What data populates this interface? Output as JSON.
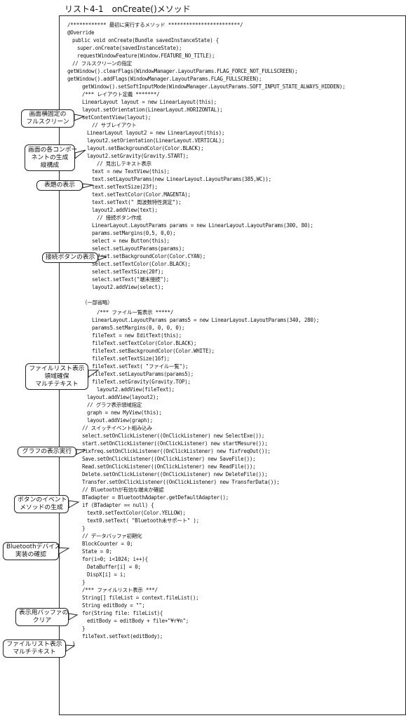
{
  "title": "リスト4-1　onCreate()メソッド",
  "code_lines": [
    {
      "text": "/************ 最初に実行するメソッド ************************/",
      "indent": 0
    },
    {
      "text": "@Override",
      "indent": 0
    },
    {
      "text": "public void onCreate(Bundle savedInstanceState) {",
      "indent": 1
    },
    {
      "text": "super.onCreate(savedInstanceState);",
      "indent": 2
    },
    {
      "text": "requestWindowFeature(Window.FEATURE_NO_TITLE);",
      "indent": 2
    },
    {
      "text": "// フルスクリーンの指定",
      "indent": 1
    },
    {
      "text": "getWindow().clearFlags(WindowManager.LayoutParams.FLAG_FORCE_NOT_FULLSCREEN);",
      "indent": 0
    },
    {
      "text": "getWindow().addFlags(WindowManager.LayoutParams.FLAG_FULLSCREEN);",
      "indent": 0
    },
    {
      "text": "getWindow().setSoftInputMode(WindowManager.LayoutParams.SOFT_INPUT_STATE_ALWAYS_HIDDEN);",
      "indent": 3
    },
    {
      "text": "/*** レイアウト定義 *******/",
      "indent": 3
    },
    {
      "text": "LinearLayout layout = new LinearLayout(this);",
      "indent": 3
    },
    {
      "text": "layout.setOrientation(LinearLayout.HORIZONTAL);",
      "indent": 3
    },
    {
      "text": "setContentView(layout);",
      "indent": 3
    },
    {
      "text": "// サブレイアウト",
      "indent": 5
    },
    {
      "text": "LinearLayout layout2 = new LinearLayout(this);",
      "indent": 4
    },
    {
      "text": "layout2.setOrientation(LinearLayout.VERTICAL);",
      "indent": 4
    },
    {
      "text": "layout.setBackgroundColor(Color.BLACK);",
      "indent": 4
    },
    {
      "text": "layout2.setGravity(Gravity.START);",
      "indent": 4
    },
    {
      "text": "// 見出しテキスト表示",
      "indent": 6
    },
    {
      "text": "text = new TextView(this);",
      "indent": 5
    },
    {
      "text": "text.setLayoutParams(new LinearLayout.LayoutParams(385,WC));",
      "indent": 5
    },
    {
      "text": "text.setTextSize(23f);",
      "indent": 5
    },
    {
      "text": "text.setTextColor(Color.MAGENTA);",
      "indent": 5
    },
    {
      "text": "text.setText(\" 周波数特性測定\");",
      "indent": 5
    },
    {
      "text": "layout2.addView(text);",
      "indent": 5
    },
    {
      "text": "// 接続ボタン作成",
      "indent": 6
    },
    {
      "text": "LinearLayout.LayoutParams params = new LinearLayout.LayoutParams(300, 80);",
      "indent": 5
    },
    {
      "text": "params.setMargins(0,5, 0,0);",
      "indent": 5
    },
    {
      "text": "select = new Button(this);",
      "indent": 5
    },
    {
      "text": "select.setLayoutParams(params);",
      "indent": 5
    },
    {
      "text": "select.setBackgroundColor(Color.CYAN);",
      "indent": 5
    },
    {
      "text": "select.setTextColor(Color.BLACK);",
      "indent": 5
    },
    {
      "text": "select.setTextSize(20f);",
      "indent": 5
    },
    {
      "text": "select.setText(\"端末接続\");",
      "indent": 5
    },
    {
      "text": "layout2.addView(select);",
      "indent": 5
    },
    {
      "text": "",
      "indent": 0
    },
    {
      "text": "（一部省略）",
      "indent": 3
    },
    {
      "text": "",
      "indent": 0
    },
    {
      "text": "/*** ファイル一覧表示 *****/",
      "indent": 6
    },
    {
      "text": "LinearLayout.LayoutParams params5 = new LinearLayout.LayoutParams(340, 280);",
      "indent": 5
    },
    {
      "text": "params5.setMargins(0, 0, 0, 0);",
      "indent": 5
    },
    {
      "text": "fileText = new EditText(this);",
      "indent": 5
    },
    {
      "text": "fileText.setTextColor(Color.BLACK);",
      "indent": 5
    },
    {
      "text": "fileText.setBackgroundColor(Color.WHITE);",
      "indent": 5
    },
    {
      "text": "fileText.setTextSize(16f);",
      "indent": 5
    },
    {
      "text": "fileText.setText( \"ファイル一覧\");",
      "indent": 5
    },
    {
      "text": "fileText.setLayoutParams(params5);",
      "indent": 5
    },
    {
      "text": "fileText.setGravity(Gravity.TOP);",
      "indent": 5
    },
    {
      "text": "layout2.addView(fileText);",
      "indent": 6
    },
    {
      "text": "layout.addView(layout2);",
      "indent": 4
    },
    {
      "text": "// グラフ表示領域指定",
      "indent": 4
    },
    {
      "text": "graph = new MyView(this);",
      "indent": 4
    },
    {
      "text": "layout.addView(graph);",
      "indent": 4
    },
    {
      "text": "// スイッチイベント組み込み",
      "indent": 3
    },
    {
      "text": "select.setOnClickListener((OnClickListener) new SelectExe());",
      "indent": 3
    },
    {
      "text": "start.setOnClickListener((OnClickListener) new startMesure());",
      "indent": 3
    },
    {
      "text": "fixfreq.setOnClickListener((OnClickListener) new fixfreqOut());",
      "indent": 3
    },
    {
      "text": "Save.setOnClickListener((OnClickListener) new SaveFile());",
      "indent": 3
    },
    {
      "text": "Read.setOnClickListener((OnClickListener) new ReadFile());",
      "indent": 3
    },
    {
      "text": "Delete.setOnClickListener((OnClickListener) new DeleteFile());",
      "indent": 3
    },
    {
      "text": "Transfer.setOnClickListener((OnClickListener) new TransferData());",
      "indent": 3
    },
    {
      "text": "// Bluetoothが有効な端末か確認",
      "indent": 3
    },
    {
      "text": "BTadapter = BluetoothAdapter.getDefaultAdapter();",
      "indent": 3
    },
    {
      "text": "if (BTadapter == null) {",
      "indent": 3
    },
    {
      "text": "text0.setTextColor(Color.YELLOW);",
      "indent": 4
    },
    {
      "text": "text0.setText( \"Bluetooth未サポート\" );",
      "indent": 4
    },
    {
      "text": "}",
      "indent": 3
    },
    {
      "text": "// データバッファ初期化",
      "indent": 3
    },
    {
      "text": "BlockCounter = 0;",
      "indent": 3
    },
    {
      "text": "State = 0;",
      "indent": 3
    },
    {
      "text": "for(i=0; i<1024; i++){",
      "indent": 3
    },
    {
      "text": "DataBuffer[i] = 0;",
      "indent": 4
    },
    {
      "text": "DispX[i] = i;",
      "indent": 4
    },
    {
      "text": "}",
      "indent": 3
    },
    {
      "text": "/*** ファイルリスト表示 ***/",
      "indent": 3
    },
    {
      "text": "String[] fileList = context.fileList();",
      "indent": 3
    },
    {
      "text": "String editBody = \"\";",
      "indent": 3
    },
    {
      "text": "for(String file: fileList){",
      "indent": 3
    },
    {
      "text": "editBody = editBody + file+\"¥r¥n\";",
      "indent": 4
    },
    {
      "text": "}",
      "indent": 3
    },
    {
      "text": "fileText.setText(editBody);",
      "indent": 3
    },
    {
      "text": "}",
      "indent": 1
    }
  ],
  "annotations": [
    {
      "id": "fullscreen",
      "lines": [
        "画面横固定の",
        "フルスクリーン"
      ]
    },
    {
      "id": "components",
      "lines": [
        "画面の各コンポー",
        "ネントの生成",
        "縦構成"
      ]
    },
    {
      "id": "heading",
      "lines": [
        "表題の表示"
      ]
    },
    {
      "id": "connect",
      "lines": [
        "接続ボタンの表示"
      ]
    },
    {
      "id": "filelist",
      "lines": [
        "ファイルリスト表示",
        "領域確保",
        "マルチテキスト"
      ]
    },
    {
      "id": "graph",
      "lines": [
        "グラフの表示実行"
      ]
    },
    {
      "id": "events",
      "lines": [
        "ボタンのイベント",
        "メソッドの生成"
      ]
    },
    {
      "id": "bluetooth",
      "lines": [
        "Bluetoothデバイス",
        "実装の確認"
      ]
    },
    {
      "id": "buffer",
      "lines": [
        "表示用バッファの",
        "クリア"
      ]
    },
    {
      "id": "filelist2",
      "lines": [
        "ファイルリスト表示",
        "マルチテキスト"
      ]
    }
  ]
}
